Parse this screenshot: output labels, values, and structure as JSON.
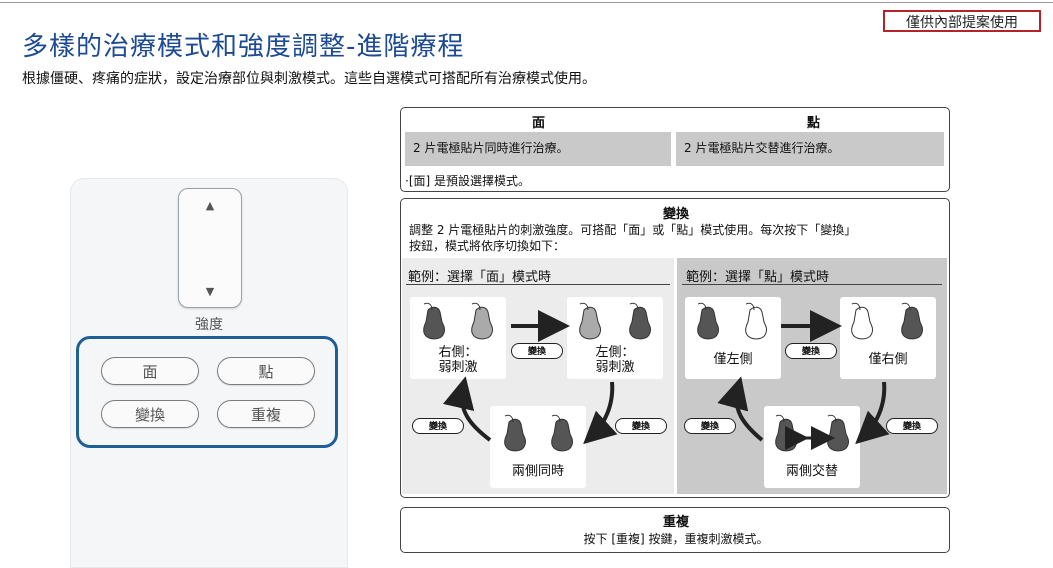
{
  "badge": "僅供內部提案使用",
  "title": "多樣的治療模式和強度調整-進階療程",
  "subtitle": "根據僵硬、疼痛的症狀，設定治療部位與刺激模式。這些自選模式可搭配所有治療模式使用。",
  "remote": {
    "up_arrow": "▲",
    "down_arrow": "▼",
    "strength_label": "強度",
    "buttons": [
      "面",
      "點",
      "變換",
      "重複"
    ]
  },
  "mode_table": {
    "col1_header": "面",
    "col2_header": "點",
    "col1_text": "2 片電極貼片同時進行治療。",
    "col2_text": "2 片電極貼片交替進行治療。",
    "note": "·[面] 是預設選擇模式。"
  },
  "switch_panel": {
    "header": "變換",
    "desc_line1": "調整 2 片電極貼片的刺激強度。可搭配「面」或「點」模式使用。每次按下「變換」",
    "desc_line2": "按鈕，模式將依序切換如下：",
    "example_face": {
      "title": "範例：選擇「面」模式時",
      "card1": [
        "右側：",
        "弱刺激"
      ],
      "card2": [
        "左側：",
        "弱刺激"
      ],
      "card3": "兩側同時",
      "button_label": "變換"
    },
    "example_point": {
      "title": "範例：選擇「點」模式時",
      "card1": "僅左側",
      "card2": "僅右側",
      "card3": "兩側交替",
      "button_label": "變換"
    }
  },
  "repeat_panel": {
    "header": "重複",
    "text": "按下 [重複] 按鍵，重複刺激模式。"
  },
  "colors": {
    "title": "#1c4a93",
    "badge_border": "#b5232a",
    "frame": "#1f5f96",
    "gray": "#c9c9c9"
  },
  "icons": [
    "electrode-pad-icon",
    "arrow-right-icon",
    "curved-arrow-icon",
    "double-arrow-icon"
  ]
}
